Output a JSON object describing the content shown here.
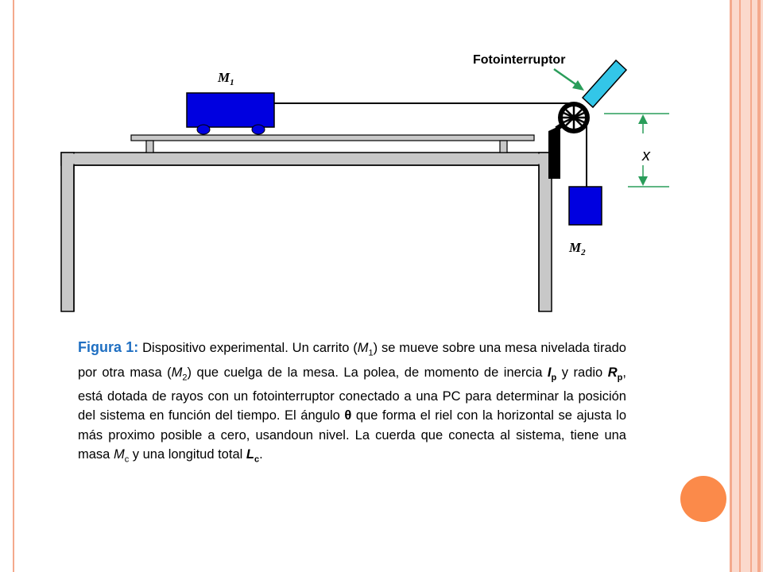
{
  "diagram": {
    "label_m1_base": "M",
    "label_m1_sub": "1",
    "label_m2_base": "M",
    "label_m2_sub": "2",
    "label_photogate": "Fotointerruptor",
    "label_x": "x"
  },
  "caption": {
    "title": "Figura 1:",
    "seg_1": " Dispositivo experimental. Un carrito (",
    "m1_base": "M",
    "m1_sub": "1",
    "seg_2": ") se mueve sobre una mesa nivelada tirado por otra masa (",
    "m2_base": "M",
    "m2_sub": "2",
    "seg_3": ") que cuelga de la mesa. La polea, de momento de inercia ",
    "ip_base": "I",
    "ip_sub": "p",
    "seg_4": " y radio ",
    "rp_base": "R",
    "rp_sub": "p",
    "seg_5": ", está dotada de rayos con un fotointerruptor conectado a una PC para determinar la posición del sistema en función del tiempo. El ángulo ",
    "theta": "θ",
    "seg_6": " que forma el riel con la horizontal se ajusta lo más proximo posible a cero, usandoun nivel. La cuerda que conecta al sistema, tiene una masa ",
    "mc_base": "M",
    "mc_sub": "c",
    "seg_7": " y una longitud total ",
    "lc_base": "L",
    "lc_sub": "c",
    "seg_8": "."
  },
  "colors": {
    "accent_frame": "#f4a98c",
    "panel": "#fbd9cc",
    "orange_dot": "#fb8a4a",
    "cart_blue": "#0000e0",
    "photogate_cyan": "#33c6e8",
    "caption_title_blue": "#1f6fc2",
    "arrow_green": "#2a9d5a"
  }
}
